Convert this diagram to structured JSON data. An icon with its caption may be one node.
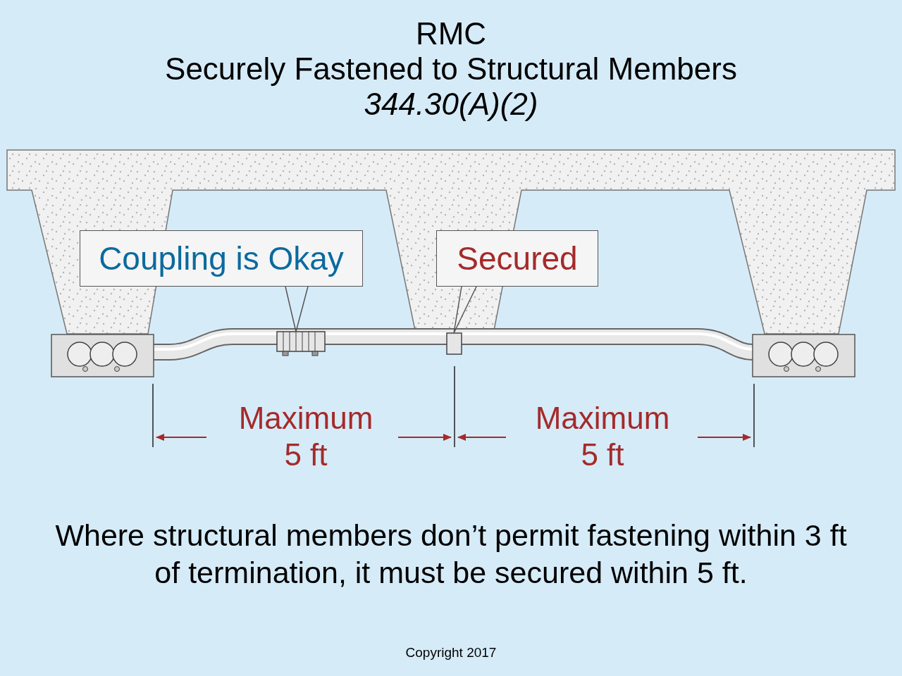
{
  "diagram": {
    "title": "RMC",
    "caption": "Where structural members don’t permit fastening within 3 ft of termination, it must be secured within 5 ft.",
    "nodes": [
      {
        "text": [
          "Coupling is Okay"
        ]
      },
      {
        "text": [],
        "shape": "picture"
      },
      {
        "text": [
          "Secured"
        ]
      },
      {
        "text": [],
        "shape": "box"
      }
    ],
    "edges": [
      {
        "from": 0,
        "to": 1,
        "arrow": "none"
      },
      {
        "from": 2,
        "to": 3,
        "arrow": "none"
      }
    ],
    "labels": [
      "Securely Fastened to Structural Members",
      "344.30(A)(2)",
      "Maximum 5 ft",
      "Maximum 5 ft",
      "Copyright 2017"
    ]
  }
}
